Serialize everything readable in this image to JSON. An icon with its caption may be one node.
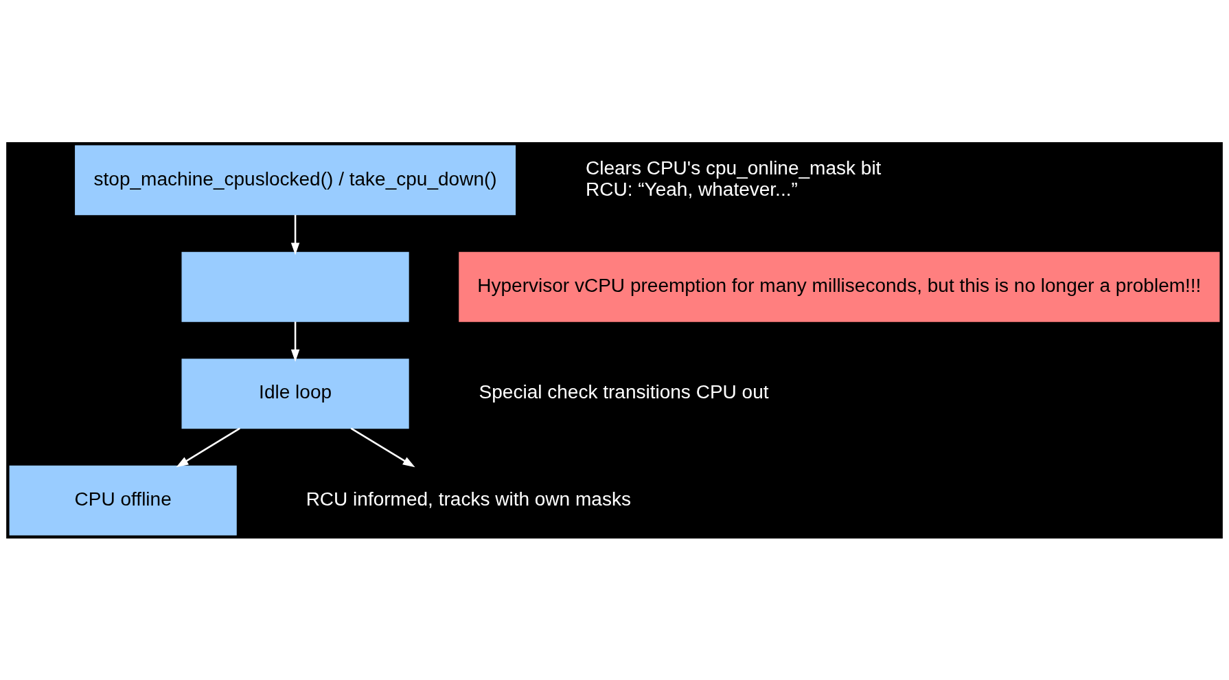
{
  "diagram": {
    "nodes": [
      {
        "text": [
          "stop_machine_cpuslocked() / take_cpu_down()"
        ],
        "beside": [
          "Clears CPU's cpu_online_mask bit",
          "RCU: “Yeah, whatever...”"
        ]
      },
      {
        "text": [],
        "shape": "box"
      },
      {
        "text": [
          "Hypervisor vCPU preemption for many milliseconds, but this is no longer a problem!!!"
        ]
      },
      {
        "text": [
          "Idle loop"
        ],
        "beside": [
          "Special check transitions CPU out"
        ]
      },
      {
        "text": [
          "CPU offline"
        ]
      },
      {
        "text": [
          "RCU informed, tracks with own masks"
        ]
      }
    ],
    "edges": [
      {
        "from": 0,
        "to": 1,
        "arrow": "to"
      },
      {
        "from": 1,
        "to": 3,
        "arrow": "to"
      },
      {
        "from": 3,
        "to": 4,
        "arrow": "to"
      },
      {
        "from": 3,
        "to": 5,
        "arrow": "to"
      }
    ]
  }
}
